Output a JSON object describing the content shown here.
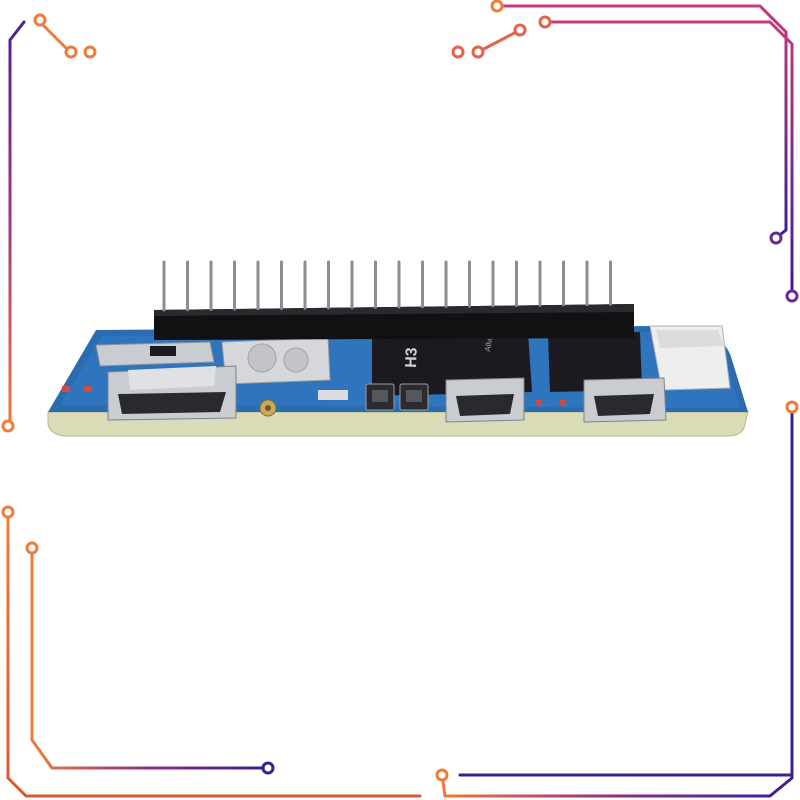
{
  "product": {
    "soc_label": "H3",
    "soc_brand": "Allwinner",
    "components": [
      "mini-hdmi-port",
      "micro-usb-port",
      "micro-usb-port",
      "gpio-header-40-pin",
      "wifi-module",
      "micro-sd-slot",
      "camera-connector"
    ]
  },
  "frame": {
    "gradient_start": "#ef7b3a",
    "gradient_mid": "#c43a7c",
    "gradient_end": "#3b1f8f"
  },
  "board": {
    "pcb_color": "#2b6cb0",
    "pcb_edge_color": "#d9dcb6",
    "chip_color": "#1b1b1f",
    "connector_color": "#c9ccd1"
  }
}
